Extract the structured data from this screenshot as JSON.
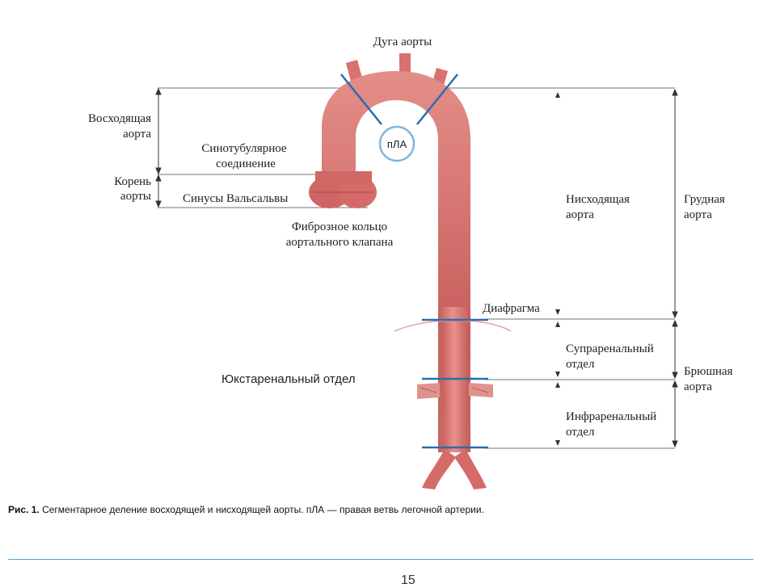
{
  "labels": {
    "aortic_arch": "Дуга аорты",
    "ascending_1": "Восходящая",
    "ascending_2": "аорта",
    "root_1": "Корень",
    "root_2": "аорты",
    "stj_1": "Синотубулярное",
    "stj_2": "соединение",
    "sinuses": "Синусы Вальсальвы",
    "annulus_1": "Фиброзное кольцо",
    "annulus_2": "аортального клапана",
    "pla": "пЛА",
    "descending_1": "Нисходящая",
    "descending_2": "аорта",
    "thoracic_1": "Грудная",
    "thoracic_2": "аорта",
    "diaphragm": "Диафрагма",
    "suprarenal_1": "Супраренальный",
    "suprarenal_2": "отдел",
    "abdominal_1": "Брюшная",
    "abdominal_2": "аорта",
    "juxtarenal": "Юкстаренальный отдел",
    "infrarenal_1": "Инфраренальный",
    "infrarenal_2": "отдел"
  },
  "caption": {
    "prefix": "Рис. 1.",
    "text": " Сегментарное деление восходящей и нисходящей аорты. пЛА — правая ветвь легочной артерии."
  },
  "page_number": "15",
  "colors": {
    "aorta": "#d9716f",
    "aorta_dark": "#b85452",
    "aorta_light": "#ec9d97",
    "marker": "#2b6cb0",
    "pla_ring": "#7fb6e0",
    "footer_line": "#4aa3d6"
  }
}
